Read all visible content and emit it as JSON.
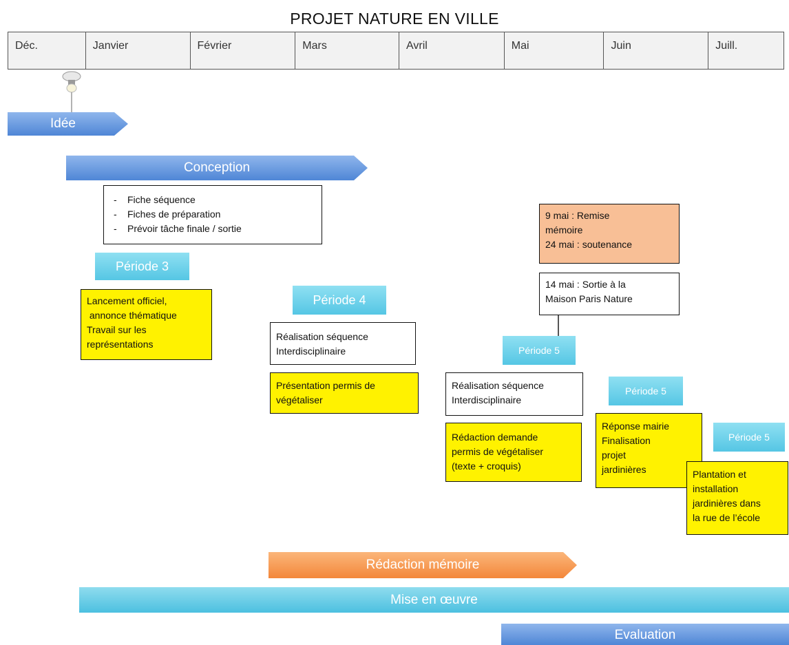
{
  "title": "PROJET NATURE EN VILLE",
  "months": [
    "Déc.",
    "Janvier",
    "Février",
    "Mars",
    "Avril",
    "Mai",
    "Juin",
    "Juill."
  ],
  "phases": {
    "idee": "Idée",
    "conception": "Conception",
    "redaction_memoire": "Rédaction mémoire",
    "mise_en_oeuvre": "Mise en œuvre",
    "evaluation": "Evaluation"
  },
  "conception_list": [
    "Fiche séquence",
    "Fiches de préparation",
    "Prévoir tâche finale / sortie"
  ],
  "periodes": {
    "p3": "Période 3",
    "p4": "Période 4",
    "p5a": "Période 5",
    "p5b": "Période 5",
    "p5c": "Période 5"
  },
  "boxes": {
    "lancement": [
      "Lancement officiel,",
      " annonce thématique",
      "Travail sur les",
      "représentations"
    ],
    "realisation_1": [
      "Réalisation séquence",
      "Interdisciplinaire"
    ],
    "presentation": [
      "Présentation permis de",
      "végétaliser"
    ],
    "remise": [
      "9 mai : Remise",
      "mémoire",
      "24 mai : soutenance"
    ],
    "sortie": [
      "14 mai : Sortie à la",
      "Maison Paris Nature"
    ],
    "realisation_2": [
      "Réalisation séquence",
      "Interdisciplinaire"
    ],
    "redaction_demande": [
      "Rédaction demande",
      "permis de végétaliser",
      "(texte + croquis)"
    ],
    "reponse": [
      "Réponse mairie",
      "Finalisation",
      "projet",
      "jardinières"
    ],
    "plantation": [
      "Plantation et",
      "installation",
      "jardinières dans",
      "la rue de l’école"
    ]
  },
  "colors": {
    "arrow_blue": "#4f86d6",
    "arrow_orange": "#f3873a",
    "bar_cyan": "#4cc0e0",
    "periode": "#55c6e4",
    "yellow": "#fff200",
    "salmon": "#f8bf96"
  },
  "icons": {
    "idea": "lightbulb-icon"
  }
}
